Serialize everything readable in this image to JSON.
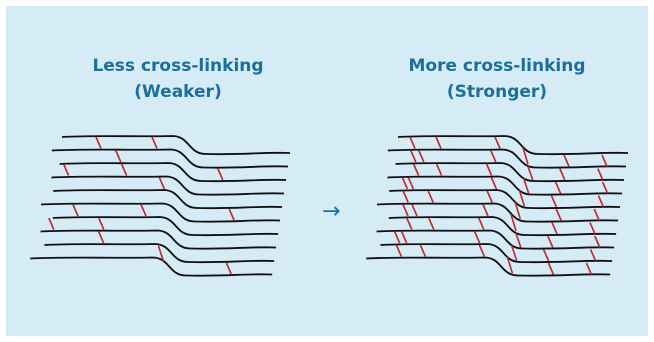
{
  "left_panel": {
    "title_line1": "Less cross-linking",
    "title_line2": "(Weaker)"
  },
  "right_panel": {
    "title_line1": "More cross-linking",
    "title_line2": "(Stronger)"
  },
  "arrow_glyph": "→",
  "colors": {
    "background": "#d5ebf5",
    "title": "#1c6f9a",
    "chain": "#111111",
    "crosslink": "#c0272d"
  }
}
